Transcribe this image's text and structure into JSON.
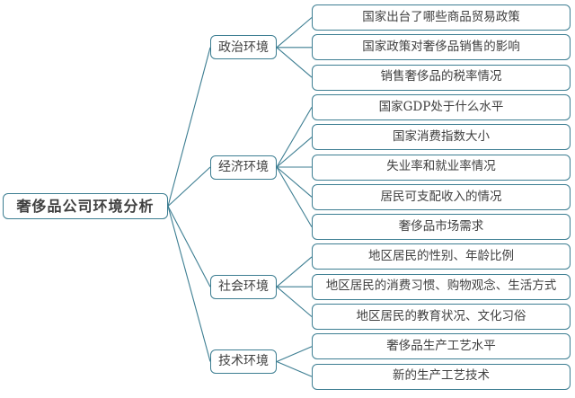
{
  "diagram": {
    "title": "奢侈品公司环境分析",
    "root": {
      "label": "奢侈品公司环境分析"
    },
    "branches": [
      {
        "label": "政治环境",
        "children": [
          "国家出台了哪些商品贸易政策",
          "国家政策对奢侈品销售的影响",
          "销售奢侈品的税率情况"
        ]
      },
      {
        "label": "经济环境",
        "children": [
          "国家GDP处于什么水平",
          "国家消费指数大小",
          "失业率和就业率情况",
          "居民可支配收入的情况",
          "奢侈品市场需求"
        ]
      },
      {
        "label": "社会环境",
        "children": [
          "地区居民的性别、年龄比例",
          "地区居民的消费习惯、购物观念、生活方式",
          "地区居民的教育状况、文化习俗"
        ]
      },
      {
        "label": "技术环境",
        "children": [
          "奢侈品生产工艺水平",
          "新的生产工艺技术"
        ]
      }
    ],
    "colors": {
      "border": "#3D7E92",
      "line": "#3D7E92",
      "text": "#3F3F3F",
      "background": "#FFFFFF"
    }
  }
}
